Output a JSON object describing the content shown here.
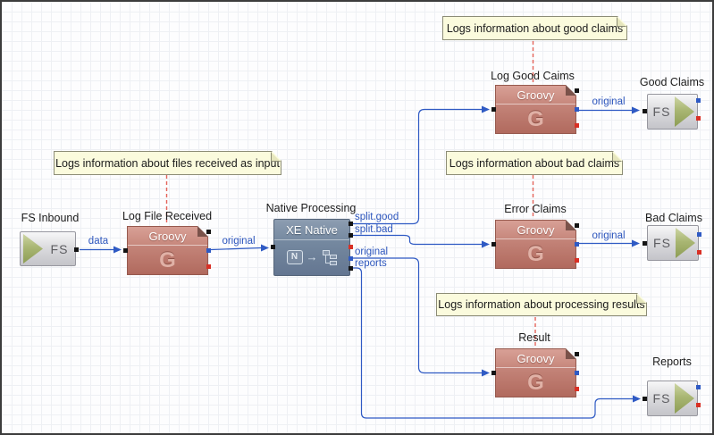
{
  "diagram": {
    "notes": {
      "input": "Logs information about files received as input",
      "good": "Logs information about good claims",
      "bad": "Logs information about bad claims",
      "results": "Logs information about processing results"
    },
    "nodes": {
      "fs_inbound": {
        "label": "FS Inbound",
        "type": "FS"
      },
      "log_file_received": {
        "label": "Log File Received",
        "header": "Groovy",
        "letter": "G"
      },
      "native_processing": {
        "label": "Native Processing",
        "header": "XE Native",
        "icon_letter": "N"
      },
      "log_good_claims": {
        "label": "Log Good Caims",
        "header": "Groovy",
        "letter": "G"
      },
      "error_claims": {
        "label": "Error Claims",
        "header": "Groovy",
        "letter": "G"
      },
      "result": {
        "label": "Result",
        "header": "Groovy",
        "letter": "G"
      },
      "good_claims": {
        "label": "Good Claims",
        "type": "FS"
      },
      "bad_claims": {
        "label": "Bad Claims",
        "type": "FS"
      },
      "reports": {
        "label": "Reports",
        "type": "FS"
      }
    },
    "edge_labels": {
      "data": "data",
      "log_file_out": "original",
      "split_good": "split.good",
      "split_bad": "split.bad",
      "native_original": "original",
      "native_reports": "reports",
      "good_out": "original",
      "bad_out": "original"
    },
    "colors": {
      "connector_blue": "#2f5ac4",
      "note_link_red": "#e4635a",
      "groovy_node": "#c5837a",
      "native_node": "#76889c",
      "fs_arrow_green": "#a3b172",
      "note_bg": "#fbfbdd",
      "port_black": "#141414",
      "port_red": "#d93025",
      "port_blue": "#2f5ac4"
    }
  }
}
